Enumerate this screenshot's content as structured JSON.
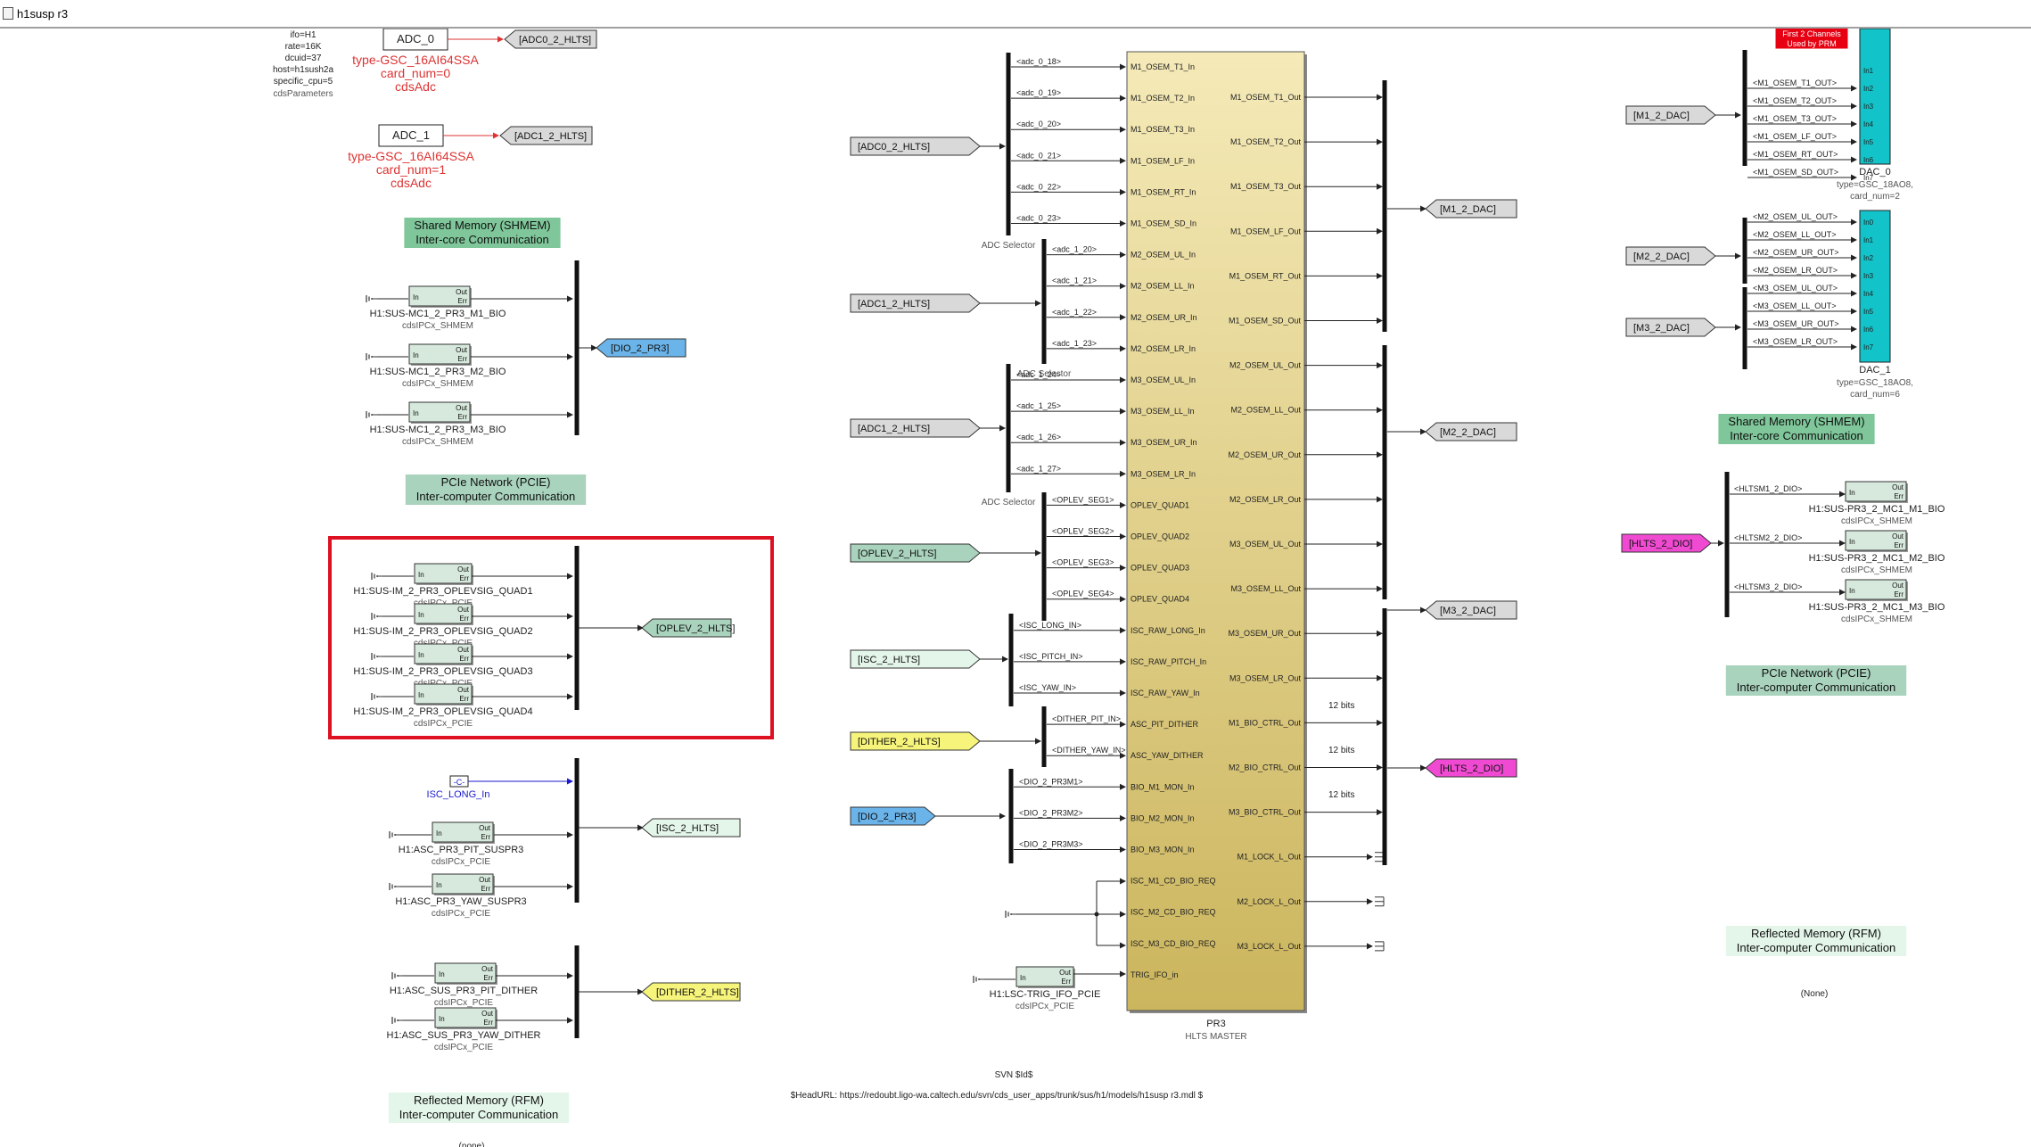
{
  "window": {
    "title": "h1susp r3"
  },
  "colors": {
    "highlight": "#dd1122",
    "label_red": "#dd3333",
    "label_blue": "#1a1acc"
  },
  "params": {
    "lines": [
      "ifo=H1",
      "rate=16K",
      "dcuid=37",
      "host=h1sush2a",
      "specific_cpu=5"
    ],
    "name": "cdsParameters"
  },
  "adcs": [
    {
      "label": "ADC_0",
      "goto": "[ADC0_2_HLTS]",
      "type": "type-GSC_16AI64SSA",
      "card": "card_num=0",
      "lib": "cdsAdc"
    },
    {
      "label": "ADC_1",
      "goto": "[ADC1_2_HLTS]",
      "type": "type-GSC_16AI64SSA",
      "card": "card_num=1",
      "lib": "cdsAdc"
    }
  ],
  "annotations": {
    "shmem_left": [
      "Shared Memory (SHMEM)",
      "Inter-core Communication"
    ],
    "pcie_left": [
      "PCIe Network (PCIE)",
      "Inter-computer Communication"
    ],
    "rfm_left": [
      "Reflected Memory (RFM)",
      "Inter-computer Communication"
    ],
    "rfm_left_none": "(none)",
    "shmem_right": [
      "Shared Memory (SHMEM)",
      "Inter-core Communication"
    ],
    "pcie_right": [
      "PCIe Network (PCIE)",
      "Inter-computer Communication"
    ],
    "rfm_right": [
      "Reflected Memory (RFM)",
      "Inter-computer Communication"
    ],
    "rfm_right_none": "(None)"
  },
  "ipc": {
    "port_in": "In",
    "port_out": "Out",
    "port_err": "Err",
    "shmem_blocks": [
      {
        "name": "H1:SUS-MC1_2_PR3_M1_BIO",
        "lib": "cdsIPCx_SHMEM"
      },
      {
        "name": "H1:SUS-MC1_2_PR3_M2_BIO",
        "lib": "cdsIPCx_SHMEM"
      },
      {
        "name": "H1:SUS-MC1_2_PR3_M3_BIO",
        "lib": "cdsIPCx_SHMEM"
      }
    ],
    "shmem_goto": "[DIO_2_PR3]",
    "oplev_blocks": [
      {
        "name": "H1:SUS-IM_2_PR3_OPLEVSIG_QUAD1",
        "lib": "cdsIPCx_PCIE"
      },
      {
        "name": "H1:SUS-IM_2_PR3_OPLEVSIG_QUAD2",
        "lib": "cdsIPCx_PCIE"
      },
      {
        "name": "H1:SUS-IM_2_PR3_OPLEVSIG_QUAD3",
        "lib": "cdsIPCx_PCIE"
      },
      {
        "name": "H1:SUS-IM_2_PR3_OPLEVSIG_QUAD4",
        "lib": "cdsIPCx_PCIE"
      }
    ],
    "oplev_goto": "[OPLEV_2_HLTS]",
    "isc_const": {
      "value": "-C-",
      "label": "ISC_LONG_In"
    },
    "isc_blocks": [
      {
        "name": "H1:ASC_PR3_PIT_SUSPR3",
        "lib": "cdsIPCx_PCIE"
      },
      {
        "name": "H1:ASC_PR3_YAW_SUSPR3",
        "lib": "cdsIPCx_PCIE"
      }
    ],
    "isc_goto": "[ISC_2_HLTS]",
    "dither_blocks": [
      {
        "name": "H1:ASC_SUS_PR3_PIT_DITHER",
        "lib": "cdsIPCx_PCIE"
      },
      {
        "name": "H1:ASC_SUS_PR3_YAW_DITHER",
        "lib": "cdsIPCx_PCIE"
      }
    ],
    "dither_goto": "[DITHER_2_HLTS]",
    "trig_block": {
      "name": "H1:LSC-TRIG_IFO_PCIE",
      "lib": "cdsIPCx_PCIE"
    },
    "right_blocks": [
      {
        "name": "H1:SUS-PR3_2_MC1_M1_BIO",
        "lib": "cdsIPCx_SHMEM",
        "sig": "<HLTSM1_2_DIO>"
      },
      {
        "name": "H1:SUS-PR3_2_MC1_M2_BIO",
        "lib": "cdsIPCx_SHMEM",
        "sig": "<HLTSM2_2_DIO>"
      },
      {
        "name": "H1:SUS-PR3_2_MC1_M3_BIO",
        "lib": "cdsIPCx_SHMEM",
        "sig": "<HLTSM3_2_DIO>"
      }
    ],
    "hlts_dio_from": "[HLTS_2_DIO]"
  },
  "froms": {
    "adc0": "[ADC0_2_HLTS]",
    "adc1a": "[ADC1_2_HLTS]",
    "adc1b": "[ADC1_2_HLTS]",
    "oplev": "[OPLEV_2_HLTS]",
    "isc": "[ISC_2_HLTS]",
    "dither": "[DITHER_2_HLTS]",
    "dio": "[DIO_2_PR3]"
  },
  "selectors": {
    "adc": "ADC Selector"
  },
  "bus_signals": {
    "adc0": [
      "<adc_0_18>",
      "<adc_0_19>",
      "<adc_0_20>",
      "<adc_0_21>",
      "<adc_0_22>",
      "<adc_0_23>"
    ],
    "adc1a": [
      "<adc_1_20>",
      "<adc_1_21>",
      "<adc_1_22>",
      "<adc_1_23>"
    ],
    "adc1b": [
      "<adc_1_24>",
      "<adc_1_25>",
      "<adc_1_26>",
      "<adc_1_27>"
    ],
    "oplev": [
      "<OPLEV_SEG1>",
      "<OPLEV_SEG2>",
      "<OPLEV_SEG3>",
      "<OPLEV_SEG4>"
    ],
    "isc": [
      "<ISC_LONG_IN>",
      "<ISC_PITCH_IN>",
      "<ISC_YAW_IN>"
    ],
    "dither": [
      "<DITHER_PIT_IN>",
      "<DITHER_YAW_IN>"
    ],
    "dio": [
      "<DIO_2_PR3M1>",
      "<DIO_2_PR3M2>",
      "<DIO_2_PR3M3>"
    ]
  },
  "master": {
    "name": "PR3",
    "lib": "HLTS MASTER",
    "inputs": [
      "M1_OSEM_T1_In",
      "M1_OSEM_T2_In",
      "M1_OSEM_T3_In",
      "M1_OSEM_LF_In",
      "M1_OSEM_RT_In",
      "M1_OSEM_SD_In",
      "M2_OSEM_UL_In",
      "M2_OSEM_LL_In",
      "M2_OSEM_UR_In",
      "M2_OSEM_LR_In",
      "M3_OSEM_UL_In",
      "M3_OSEM_LL_In",
      "M3_OSEM_UR_In",
      "M3_OSEM_LR_In",
      "OPLEV_QUAD1",
      "OPLEV_QUAD2",
      "OPLEV_QUAD3",
      "OPLEV_QUAD4",
      "ISC_RAW_LONG_In",
      "ISC_RAW_PITCH_In",
      "ISC_RAW_YAW_In",
      "ASC_PIT_DITHER",
      "ASC_YAW_DITHER",
      "BIO_M1_MON_In",
      "BIO_M2_MON_In",
      "BIO_M3_MON_In",
      "ISC_M1_CD_BIO_REQ",
      "ISC_M2_CD_BIO_REQ",
      "ISC_M3_CD_BIO_REQ",
      "TRIG_IFO_in"
    ],
    "outputs": [
      "M1_OSEM_T1_Out",
      "M1_OSEM_T2_Out",
      "M1_OSEM_T3_Out",
      "M1_OSEM_LF_Out",
      "M1_OSEM_RT_Out",
      "M1_OSEM_SD_Out",
      "M2_OSEM_UL_Out",
      "M2_OSEM_LL_Out",
      "M2_OSEM_UR_Out",
      "M2_OSEM_LR_Out",
      "M3_OSEM_UL_Out",
      "M3_OSEM_LL_Out",
      "M3_OSEM_UR_Out",
      "M3_OSEM_LR_Out",
      "M1_BIO_CTRL_Out",
      "M2_BIO_CTRL_Out",
      "M3_BIO_CTRL_Out",
      "M1_LOCK_L_Out",
      "M2_LOCK_L_Out",
      "M3_LOCK_L_Out"
    ]
  },
  "bits_label": "12 bits",
  "master_gotos": {
    "m1": "[M1_2_DAC]",
    "m2": "[M2_2_DAC]",
    "m3": "[M3_2_DAC]",
    "hlts": "[HLTS_2_DIO]"
  },
  "dac_froms": {
    "m1": "[M1_2_DAC]",
    "m2": "[M2_2_DAC]",
    "m3": "[M3_2_DAC]"
  },
  "dac_signals": {
    "dac0": [
      "<M1_OSEM_T1_OUT>",
      "<M1_OSEM_T2_OUT>",
      "<M1_OSEM_T3_OUT>",
      "<M1_OSEM_LF_OUT>",
      "<M1_OSEM_RT_OUT>",
      "<M1_OSEM_SD_OUT>"
    ],
    "dac1": [
      "<M2_OSEM_UL_OUT>",
      "<M2_OSEM_LL_OUT>",
      "<M2_OSEM_UR_OUT>",
      "<M2_OSEM_LR_OUT>",
      "<M3_OSEM_UL_OUT>",
      "<M3_OSEM_LL_OUT>",
      "<M3_OSEM_UR_OUT>",
      "<M3_OSEM_LR_OUT>"
    ]
  },
  "dacs": [
    {
      "label": "DAC_0",
      "type": "type=GSC_18AO8,",
      "card": "card_num=2",
      "ports": [
        "In1",
        "In2",
        "In3",
        "In4",
        "In5",
        "In6",
        "In7"
      ]
    },
    {
      "label": "DAC_1",
      "type": "type=GSC_18AO8,",
      "card": "card_num=6",
      "ports": [
        "In0",
        "In1",
        "In2",
        "In3",
        "In4",
        "In5",
        "In6",
        "In7"
      ]
    }
  ],
  "prm_note": [
    "First 2 Channels",
    "Used by PRM"
  ],
  "footer": {
    "svn": "SVN $Id$",
    "headurl": "$HeadURL: https://redoubt.ligo-wa.caltech.edu/svn/cds_user_apps/trunk/sus/h1/models/h1susp r3.mdl $"
  }
}
